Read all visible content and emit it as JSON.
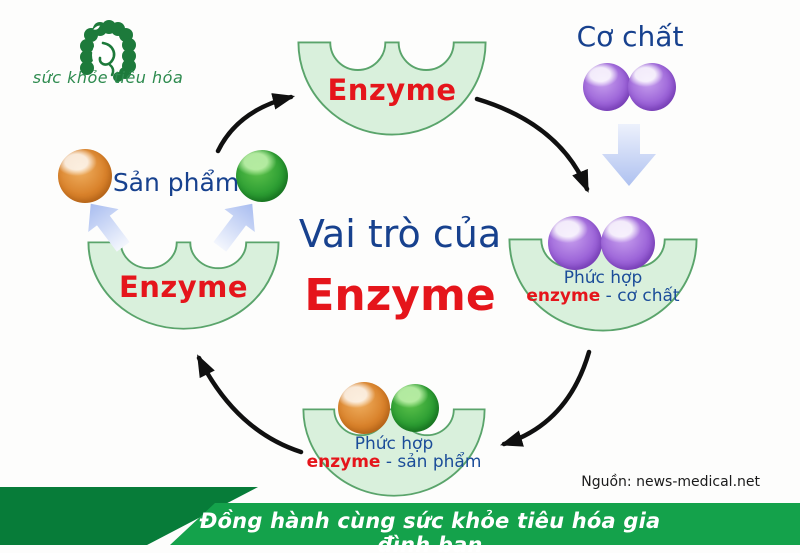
{
  "logo": {
    "text": "sức khỏe tiêu hóa"
  },
  "title": {
    "line1": "Vai trò của",
    "line2": "Enzyme"
  },
  "diagram": {
    "enzyme_top": "Enzyme",
    "enzyme_left": "Enzyme",
    "substrate": "Cơ chất",
    "product": "Sản phẩm",
    "complex_substrate": {
      "line1": "Phức hợp",
      "highlight": "enzyme",
      "rest": " - cơ chất"
    },
    "complex_product": {
      "line1": "Phức hợp",
      "highlight": "enzyme",
      "rest": " - sản phẩm"
    }
  },
  "source": "Nguồn: news-medical.net",
  "banner": "Đồng hành cùng sức khỏe tiêu hóa gia đình bạn",
  "colors": {
    "enzyme_fill": "#d9f0dc",
    "enzyme_border": "#5aa46b",
    "title_blue": "#17418e",
    "title_red": "#e5151b",
    "banner_dark_green": "#077c39",
    "banner_light_green": "#14a24b",
    "substrate_purple": "#9c64d8",
    "product_orange": "#d9822b",
    "product_green": "#2d9e33",
    "cycle_arrow_black": "#101010",
    "soft_arrow_blue": "#b0c3f0",
    "logo_green": "#1d7a3b"
  }
}
